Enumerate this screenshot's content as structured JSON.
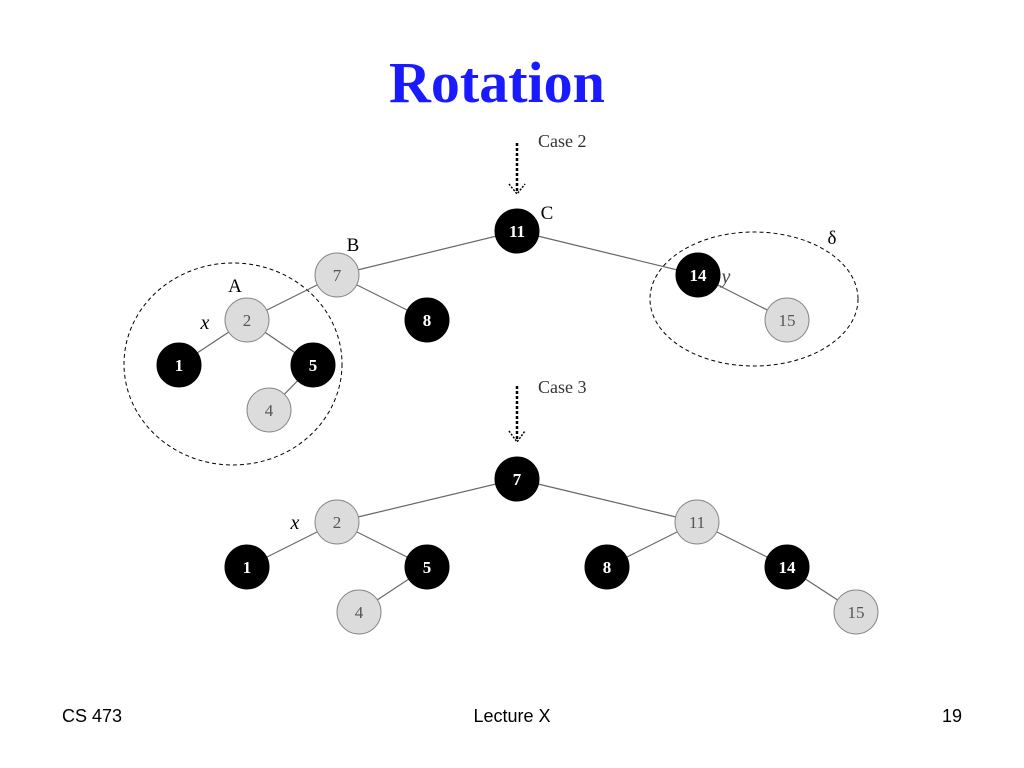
{
  "slide": {
    "title": "Rotation",
    "footer_left": "CS 473",
    "footer_center": "Lecture X",
    "footer_right": "19"
  },
  "diagram": {
    "case_labels": [
      "Case 2",
      "Case 3"
    ],
    "before_tree": {
      "nodes": [
        {
          "id": "n11",
          "key": "11",
          "color": "black"
        },
        {
          "id": "n7",
          "key": "7",
          "color": "gray"
        },
        {
          "id": "n2",
          "key": "2",
          "color": "gray"
        },
        {
          "id": "n8",
          "key": "8",
          "color": "black"
        },
        {
          "id": "n1",
          "key": "1",
          "color": "black"
        },
        {
          "id": "n5",
          "key": "5",
          "color": "black"
        },
        {
          "id": "n4",
          "key": "4",
          "color": "gray"
        },
        {
          "id": "n14",
          "key": "14",
          "color": "black"
        },
        {
          "id": "n15",
          "key": "15",
          "color": "gray"
        }
      ],
      "edges": [
        [
          "n11",
          "n7"
        ],
        [
          "n11",
          "n14"
        ],
        [
          "n7",
          "n2"
        ],
        [
          "n7",
          "n8"
        ],
        [
          "n2",
          "n1"
        ],
        [
          "n2",
          "n5"
        ],
        [
          "n5",
          "n4"
        ],
        [
          "n14",
          "n15"
        ]
      ],
      "labels": [
        {
          "node": "n11",
          "text": "C"
        },
        {
          "node": "n7",
          "text": "B"
        },
        {
          "node": "n2",
          "text": "A"
        },
        {
          "node": "n2",
          "text": "x",
          "italic": true
        },
        {
          "node": "n14",
          "text": "y",
          "italic": true
        },
        {
          "node": "n14",
          "text": "δ"
        }
      ]
    },
    "after_tree": {
      "nodes": [
        {
          "id": "m7",
          "key": "7",
          "color": "black"
        },
        {
          "id": "m2",
          "key": "2",
          "color": "gray"
        },
        {
          "id": "m11",
          "key": "11",
          "color": "gray"
        },
        {
          "id": "m1",
          "key": "1",
          "color": "black"
        },
        {
          "id": "m5",
          "key": "5",
          "color": "black"
        },
        {
          "id": "m4",
          "key": "4",
          "color": "gray"
        },
        {
          "id": "m8",
          "key": "8",
          "color": "black"
        },
        {
          "id": "m14",
          "key": "14",
          "color": "black"
        },
        {
          "id": "m15",
          "key": "15",
          "color": "gray"
        }
      ],
      "edges": [
        [
          "m7",
          "m2"
        ],
        [
          "m7",
          "m11"
        ],
        [
          "m2",
          "m1"
        ],
        [
          "m2",
          "m5"
        ],
        [
          "m5",
          "m4"
        ],
        [
          "m11",
          "m8"
        ],
        [
          "m11",
          "m14"
        ],
        [
          "m14",
          "m15"
        ]
      ],
      "labels": [
        {
          "node": "m2",
          "text": "x",
          "italic": true
        }
      ]
    },
    "colors": {
      "title": "#1a1aff",
      "black_node": "#000000",
      "gray_node": "#dcdcdc",
      "edge": "#666666"
    }
  }
}
